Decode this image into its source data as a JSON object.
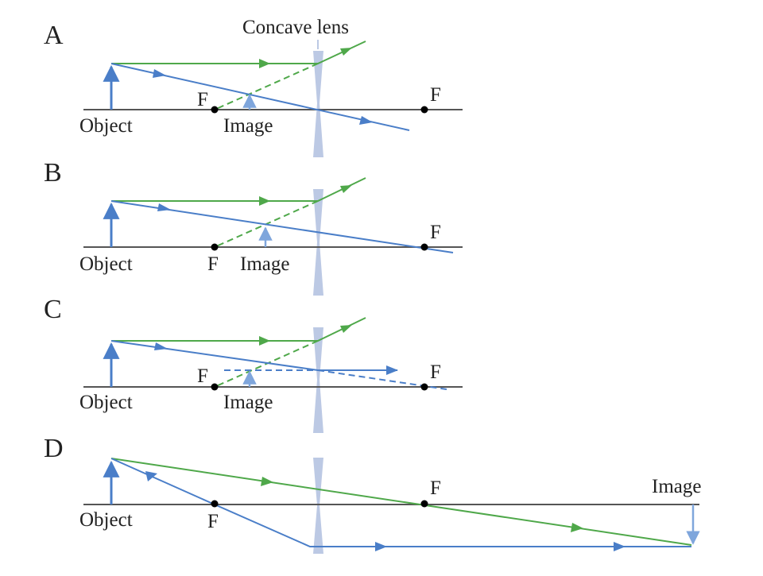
{
  "title": "Concave lens",
  "colors": {
    "axis": "#555555",
    "green": "#4fa84a",
    "blue": "#4a7ec8",
    "lens": "#bcc9e4",
    "dot": "#000000"
  },
  "panels": [
    {
      "letter": "A",
      "object_label": "Object",
      "image_label": "Image",
      "focal_labels": [
        "F",
        "F"
      ]
    },
    {
      "letter": "B",
      "object_label": "Object",
      "image_label": "Image",
      "focal_labels": [
        "F",
        "F"
      ]
    },
    {
      "letter": "C",
      "object_label": "Object",
      "image_label": "Image",
      "focal_labels": [
        "F",
        "F"
      ]
    },
    {
      "letter": "D",
      "object_label": "Object",
      "image_label": "Image",
      "focal_labels": [
        "F",
        "F"
      ]
    }
  ]
}
